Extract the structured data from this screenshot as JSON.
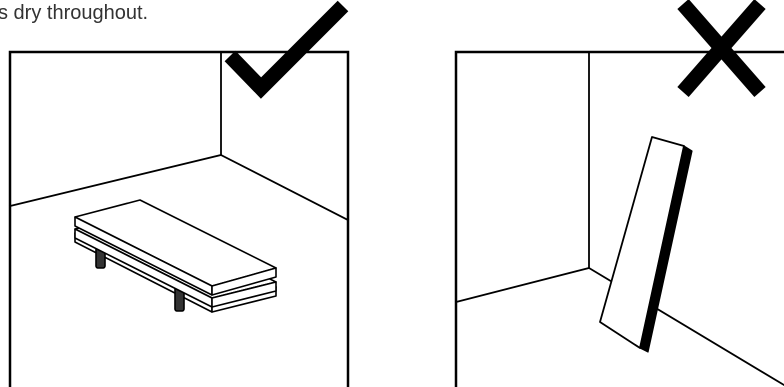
{
  "instructions": {
    "caption_text": "s dry throughout."
  },
  "panels": [
    {
      "verdict": "correct",
      "symbol": "checkmark-icon",
      "subject": "planks stacked flat on spacers"
    },
    {
      "verdict": "incorrect",
      "symbol": "cross-icon",
      "subject": "single plank leaning against wall"
    }
  ],
  "colors": {
    "line": "#000000",
    "text": "#333333",
    "background": "#ffffff"
  }
}
